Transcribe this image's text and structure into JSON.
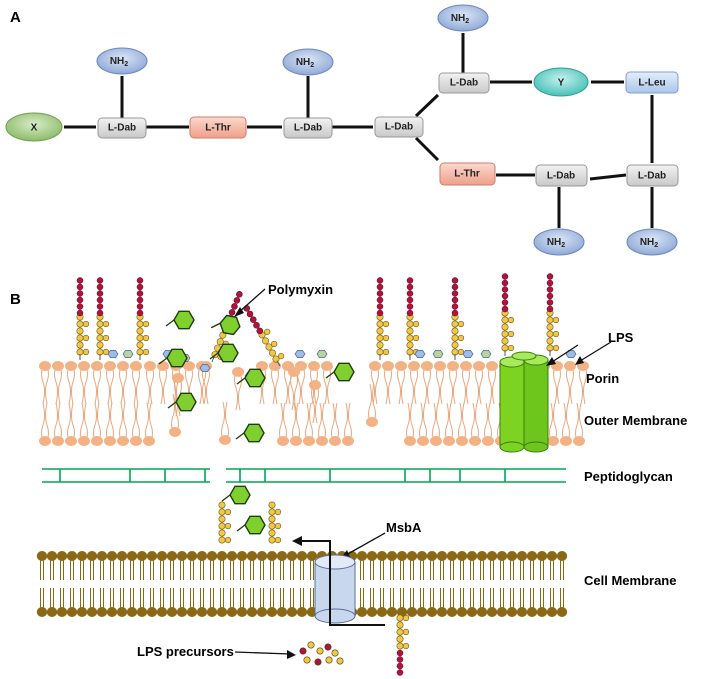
{
  "panel_a": {
    "label": "A",
    "nodes": {
      "x": "X",
      "dab1": "L-Dab",
      "thr1": "L-Thr",
      "dab2": "L-Dab",
      "dab3": "L-Dab",
      "dab4": "L-Dab",
      "y": "Y",
      "leu": "L-Leu",
      "thr2": "L-Thr",
      "dab5": "L-Dab",
      "dab6": "L-Dab"
    },
    "nh2": "NH2"
  },
  "panel_b": {
    "label": "B",
    "labels": {
      "polymyxin": "Polymyxin",
      "lps": "LPS",
      "porin": "Porin",
      "outer_membrane": "Outer Membrane",
      "peptidoglycan": "Peptidoglycan",
      "msba": "MsbA",
      "cell_membrane": "Cell Membrane",
      "lps_precursors": "LPS precursors"
    }
  },
  "colors": {
    "dab_fill": "#d9d9d9",
    "thr_fill": "#f4b8a8",
    "leu_fill": "#c6dbf3",
    "nh2_fill": "#b4c7e7",
    "x_fill": "#a9d18e",
    "y_fill": "#7fd6d0",
    "lipid_head": "#f4b183",
    "cm_head": "#8b6914",
    "peptidoglycan": "#00b050",
    "porin": "#7ed321",
    "msba": "#c9d7ee",
    "polymyxin": "#7fcf2f"
  }
}
